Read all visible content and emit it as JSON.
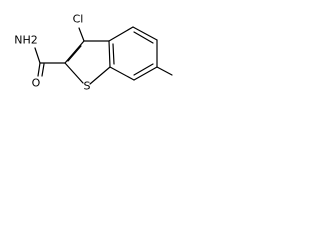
{
  "molecule": {
    "atoms": {
      "chlorine": {
        "symbol": "Cl",
        "color": "#000000"
      },
      "amide_nitrogen": {
        "symbol": "NH2",
        "color": "#000000"
      },
      "carbonyl_oxygen": {
        "symbol": "O",
        "color": "#000000"
      },
      "ring_sulfur": {
        "symbol": "S",
        "color": "#000000"
      }
    }
  }
}
